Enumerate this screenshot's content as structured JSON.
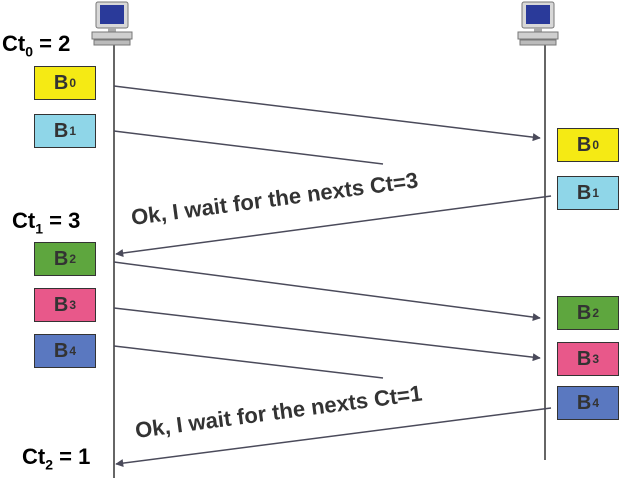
{
  "sender": {
    "blocks": [
      {
        "label": "B",
        "sub": "0",
        "color": "#f5ea14"
      },
      {
        "label": "B",
        "sub": "1",
        "color": "#8fd6e8"
      },
      {
        "label": "B",
        "sub": "2",
        "color": "#5ea63e"
      },
      {
        "label": "B",
        "sub": "3",
        "color": "#e8588a"
      },
      {
        "label": "B",
        "sub": "4",
        "color": "#5a78c0"
      }
    ]
  },
  "receiver": {
    "blocks": [
      {
        "label": "B",
        "sub": "0",
        "color": "#f5ea14"
      },
      {
        "label": "B",
        "sub": "1",
        "color": "#8fd6e8"
      },
      {
        "label": "B",
        "sub": "2",
        "color": "#5ea63e"
      },
      {
        "label": "B",
        "sub": "3",
        "color": "#e8588a"
      },
      {
        "label": "B",
        "sub": "4",
        "color": "#5a78c0"
      }
    ]
  },
  "counters": [
    {
      "prefix": "Ct",
      "sub": "0",
      "suffix": " = 2"
    },
    {
      "prefix": "Ct",
      "sub": "1",
      "suffix": " = 3"
    },
    {
      "prefix": "Ct",
      "sub": "2",
      "suffix": " = 1"
    }
  ],
  "messages": [
    {
      "text": "Ok,  I wait for the nexts Ct=3"
    },
    {
      "text": "Ok,  I wait for the nexts Ct=1"
    }
  ],
  "colors": {
    "line": "#333333",
    "arrow": "#4a4a5a"
  }
}
